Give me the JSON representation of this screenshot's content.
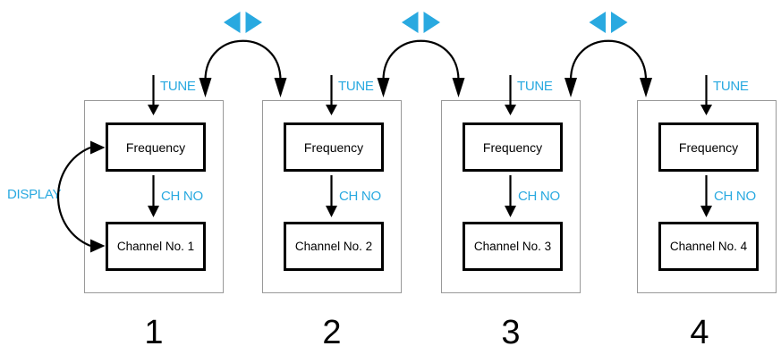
{
  "diagram": {
    "accent_color": "#29A9E0",
    "display_label": "DISPLAY",
    "icons": {
      "swap": "left-right-triangles"
    },
    "blocks": [
      {
        "number": "1",
        "tune_label": "TUNE",
        "ch_no_label": "CH NO",
        "frequency_label": "Frequency",
        "channel_label": "Channel No. 1"
      },
      {
        "number": "2",
        "tune_label": "TUNE",
        "ch_no_label": "CH NO",
        "frequency_label": "Frequency",
        "channel_label": "Channel No. 2"
      },
      {
        "number": "3",
        "tune_label": "TUNE",
        "ch_no_label": "CH NO",
        "frequency_label": "Frequency",
        "channel_label": "Channel No. 3"
      },
      {
        "number": "4",
        "tune_label": "TUNE",
        "ch_no_label": "CH NO",
        "frequency_label": "Frequency",
        "channel_label": "Channel No. 4"
      }
    ]
  }
}
